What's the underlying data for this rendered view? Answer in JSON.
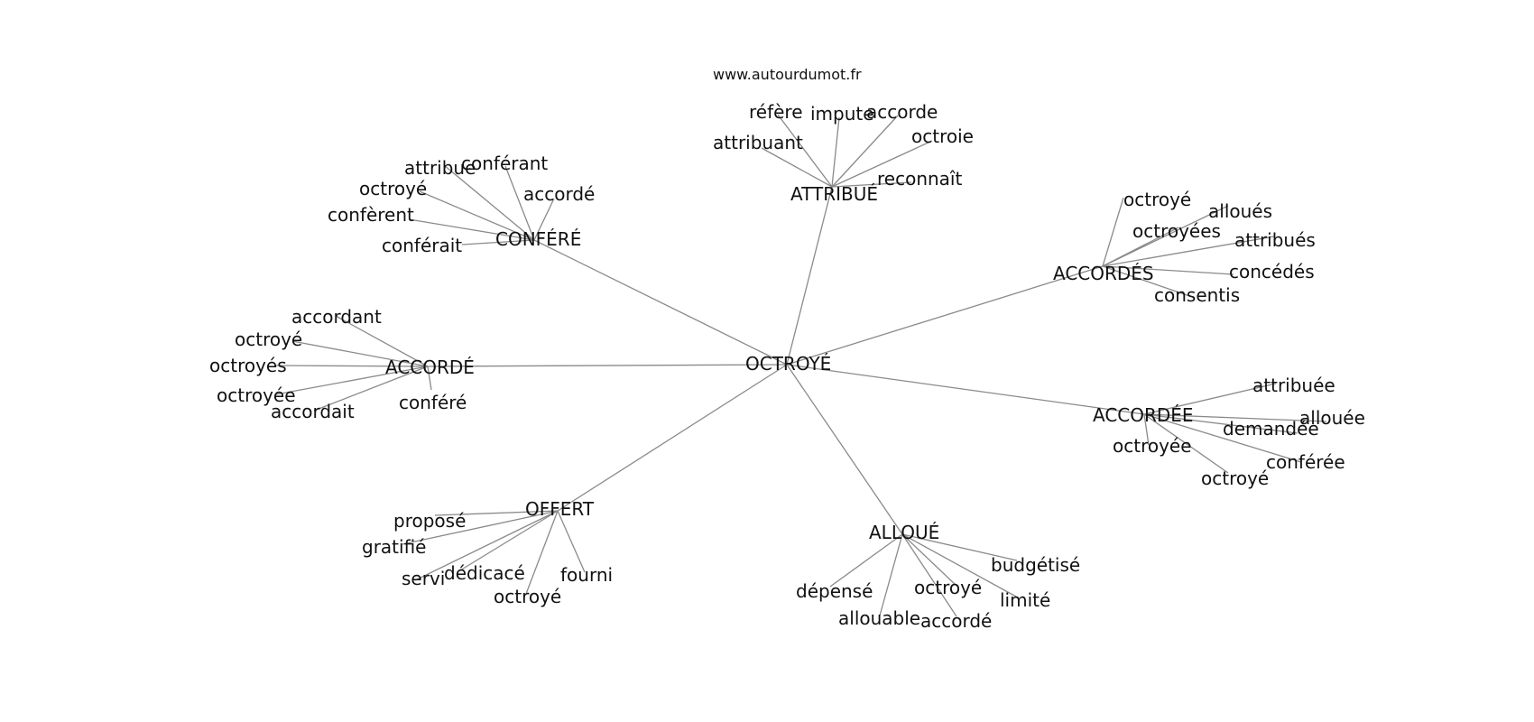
{
  "watermark": "www.autourdumot.fr",
  "graph": {
    "center": "OCTROYÉ",
    "hubs": [
      {
        "label": "ATTRIBUÉ",
        "leaves": [
          "réfère",
          "impute",
          "accorde",
          "attribuant",
          "octroie",
          "reconnaît"
        ]
      },
      {
        "label": "CONFÉRÉ",
        "leaves": [
          "attribue",
          "conférant",
          "octroyé",
          "accordé",
          "confèrent",
          "conférait"
        ]
      },
      {
        "label": "ACCORDÉS",
        "leaves": [
          "octroyé",
          "alloués",
          "octroyées",
          "attribués",
          "concédés",
          "consentis"
        ]
      },
      {
        "label": "ACCORDÉ",
        "leaves": [
          "accordant",
          "octroyé",
          "octroyés",
          "octroyée",
          "accordait",
          "conféré"
        ]
      },
      {
        "label": "ACCORDÉE",
        "leaves": [
          "attribuée",
          "allouée",
          "demandée",
          "octroyée",
          "conférée",
          "octroyé"
        ]
      },
      {
        "label": "OFFERT",
        "leaves": [
          "proposé",
          "gratifié",
          "dédicacé",
          "fourni",
          "servi",
          "octroyé"
        ]
      },
      {
        "label": "ALLOUÉ",
        "leaves": [
          "budgétisé",
          "dépensé",
          "octroyé",
          "limité",
          "allouable",
          "accordé"
        ]
      }
    ]
  }
}
